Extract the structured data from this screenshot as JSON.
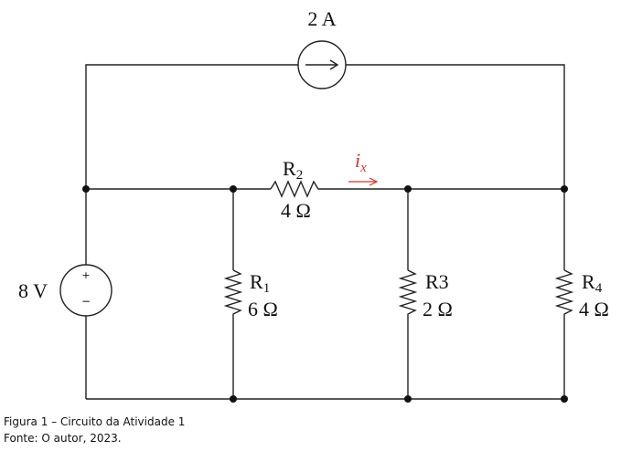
{
  "diagram": {
    "current_source": {
      "value": "2 A"
    },
    "voltage_source": {
      "value": "8 V",
      "plus": "+",
      "minus": "−"
    },
    "current_label": {
      "symbol": "i",
      "subscript": "x"
    },
    "colors": {
      "wire": "#222222",
      "current_label": "#e0312b"
    },
    "resistors": [
      {
        "id": "r1",
        "letter": "R",
        "index": "1",
        "value": "6 Ω"
      },
      {
        "id": "r2",
        "letter": "R",
        "index": "2",
        "value": "4 Ω"
      },
      {
        "id": "r3",
        "letter": "R3",
        "index": "",
        "value": "2 Ω"
      },
      {
        "id": "r4",
        "letter": "R",
        "index": "4",
        "value": "4 Ω"
      }
    ]
  },
  "caption": {
    "figure": "Figura 1 – Circuito da Atividade 1",
    "source": "Fonte: O autor, 2023."
  }
}
